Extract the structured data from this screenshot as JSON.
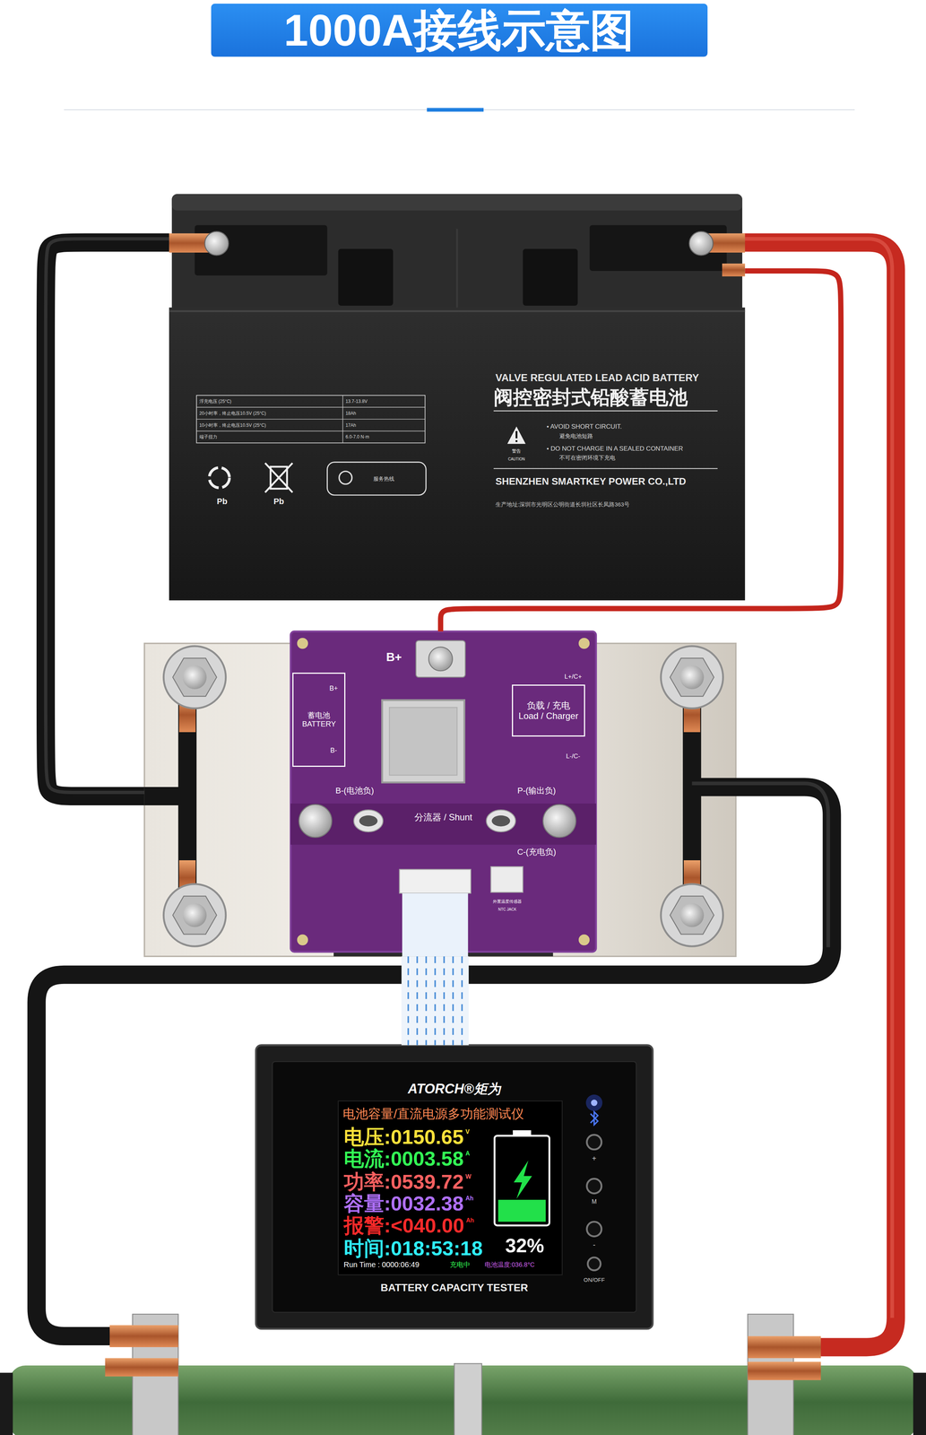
{
  "diagram": {
    "title": "1000A接线示意图",
    "nodes": [
      {
        "text": [
          "VALVE REGULATED LEAD ACID BATTERY",
          "阀控密封式铅酸蓄电池"
        ]
      },
      {
        "text": [
          "分流器 / Shunt"
        ]
      },
      {
        "text": [
          "蓄电池 BATTERY"
        ],
        "in": 1
      },
      {
        "text": [
          "负载 / 充电 Load / Charger"
        ],
        "in": 1
      },
      {
        "text": [
          "ATORCH®矩为",
          "BATTERY CAPACITY TESTER"
        ]
      },
      {
        "text": [
          "电池容量/直流电源多功能测试仪"
        ],
        "in": 4
      }
    ],
    "edges": [
      {
        "from": 0,
        "to": 1,
        "arrow": "none"
      },
      {
        "from": 0,
        "to": 1,
        "arrow": "none"
      },
      {
        "from": 1,
        "to": 4,
        "arrow": "none"
      }
    ],
    "labels": [
      "浮充电压 (25°C)",
      "13.7-13.8V",
      "20小时率，终止电压10.5V (25°C)",
      "18Ah",
      "10小时率，终止电压10.5V (25°C)",
      "17Ah",
      "端子扭力",
      "6.0-7.0 N·m",
      "Pb",
      "Pb",
      "服务热线",
      "警告",
      "CAUTION",
      "• AVOID SHORT CIRCUIT.",
      "避免电池短路",
      "• DO NOT CHARGE IN A SEALED CONTAINER",
      "不可在密闭环境下充电",
      "SHENZHEN SMARTKEY POWER CO.,LTD",
      "生产地址:深圳市光明区公明街道长圳社区长凤路363号",
      "B+",
      "B+",
      "B-",
      "L+/C+",
      "L-/C-",
      "B-(电池负)",
      "P-(输出负)",
      "C-(充电负)",
      "外置温度传感器",
      "NTC JACK",
      "电压:0150.65",
      "V",
      "电流:0003.58",
      "A",
      "功率:0539.72",
      "W",
      "容量:0032.38",
      "Ah",
      "报警:<040.00",
      "Ah",
      "时间:018:53:18",
      "32%",
      "Run Time : 0000:06:49",
      "充电中",
      "电池温度:036.8°C",
      "+",
      "M",
      "-",
      "ON/OFF"
    ]
  }
}
